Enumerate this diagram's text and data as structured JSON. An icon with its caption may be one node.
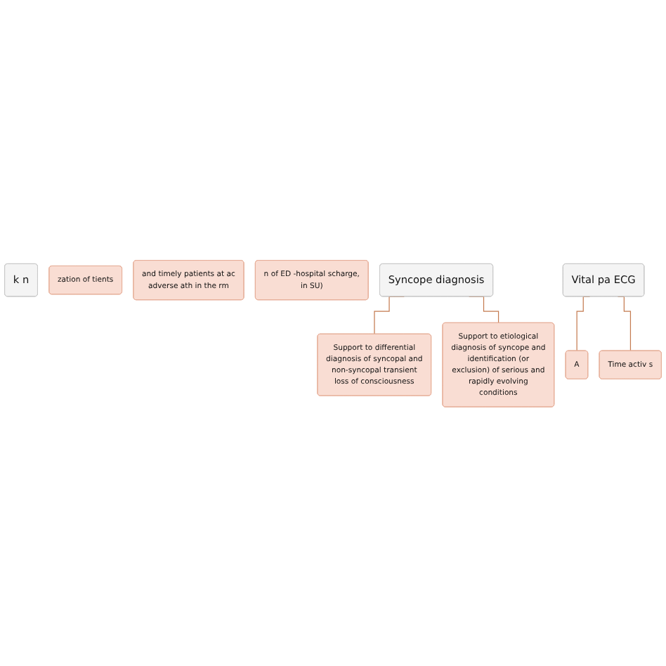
{
  "diagram": {
    "nodes": [
      {
        "text": [
          "k n"
        ]
      },
      {
        "text": [
          "zation of tients"
        ]
      },
      {
        "text": [
          "and timely patients at ac adverse ath in the rm"
        ]
      },
      {
        "text": [
          "n of ED -hospital scharge, in SU)"
        ]
      },
      {
        "text": [
          "Syncope diagnosis"
        ]
      },
      {
        "text": [
          "Support to differential diagnosis of syncopal and non-syncopal transient loss of consciousness"
        ]
      },
      {
        "text": [
          "Support to etiological diagnosis of syncope and identification (or exclusion) of serious and rapidly evolving conditions"
        ]
      },
      {
        "text": [
          "Vital pa ECG"
        ]
      },
      {
        "text": [
          "A"
        ]
      },
      {
        "text": [
          "Time activ s"
        ]
      }
    ],
    "edges": [
      {
        "from": 4,
        "to": 5,
        "arrow": "none"
      },
      {
        "from": 4,
        "to": 6,
        "arrow": "none"
      },
      {
        "from": 7,
        "to": 8,
        "arrow": "none"
      },
      {
        "from": 7,
        "to": 9,
        "arrow": "none"
      }
    ]
  }
}
